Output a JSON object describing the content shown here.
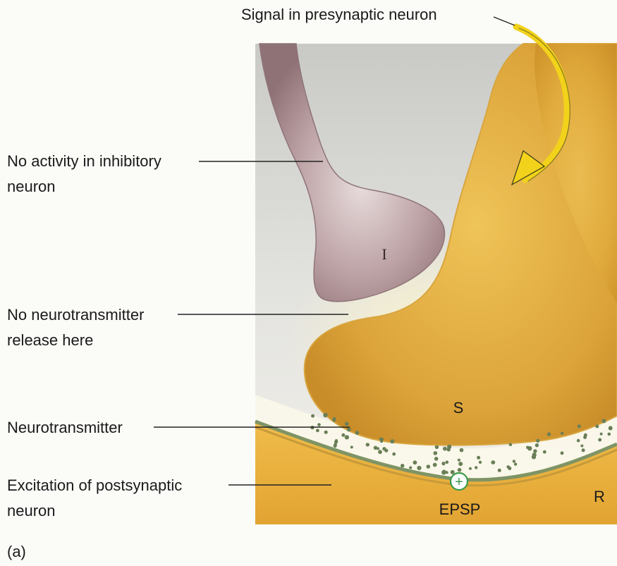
{
  "title": "Signal in presynaptic neuron",
  "labels": {
    "inhibitory_activity_line1": "No activity in inhibitory",
    "inhibitory_activity_line2": "neuron",
    "no_release_line1": "No neurotransmitter",
    "no_release_line2": "release here",
    "neurotransmitter": "Neurotransmitter",
    "excitation_line1": "Excitation of postsynaptic",
    "excitation_line2": "neuron"
  },
  "structure_letters": {
    "inhibitory": "I",
    "synaptic": "S",
    "receiving": "R"
  },
  "epsp": {
    "symbol": "+",
    "label": "EPSP"
  },
  "panel_label": "(a)",
  "colors": {
    "synaptic_neuron": "#e8b440",
    "inhibitory_neuron": "#b89a9e",
    "arrow": "#f2d21a",
    "vesicles": "#6a7f57",
    "epsp_marker": "#3c9a4a"
  }
}
